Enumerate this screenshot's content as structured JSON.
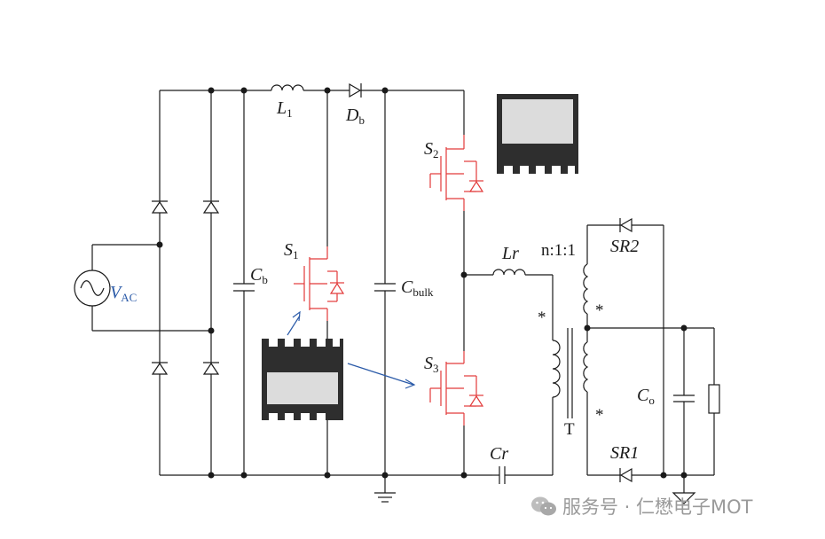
{
  "labels": {
    "L1": "L",
    "L1_sub": "1",
    "Db": "D",
    "Db_sub": "b",
    "S1": "S",
    "S1_sub": "1",
    "S2": "S",
    "S2_sub": "2",
    "S3": "S",
    "S3_sub": "3",
    "Cb": "C",
    "Cb_sub": "b",
    "Cbulk": "C",
    "Cbulk_sub": "bulk",
    "VAC": "V",
    "VAC_sub": "AC",
    "Lr": "Lr",
    "Cr": "Cr",
    "ratio": "n:1:1",
    "T": "T",
    "SR1": "SR1",
    "SR2": "SR2",
    "Co": "C",
    "Co_sub": "o"
  },
  "watermark": "服务号 · 仁懋电子MOT",
  "colors": {
    "switch": "#e23a3a",
    "source_label": "#2a5aa8",
    "arrow": "#2a5aa8",
    "package": "#2e2e2e",
    "package_window": "#dcdcdc"
  }
}
